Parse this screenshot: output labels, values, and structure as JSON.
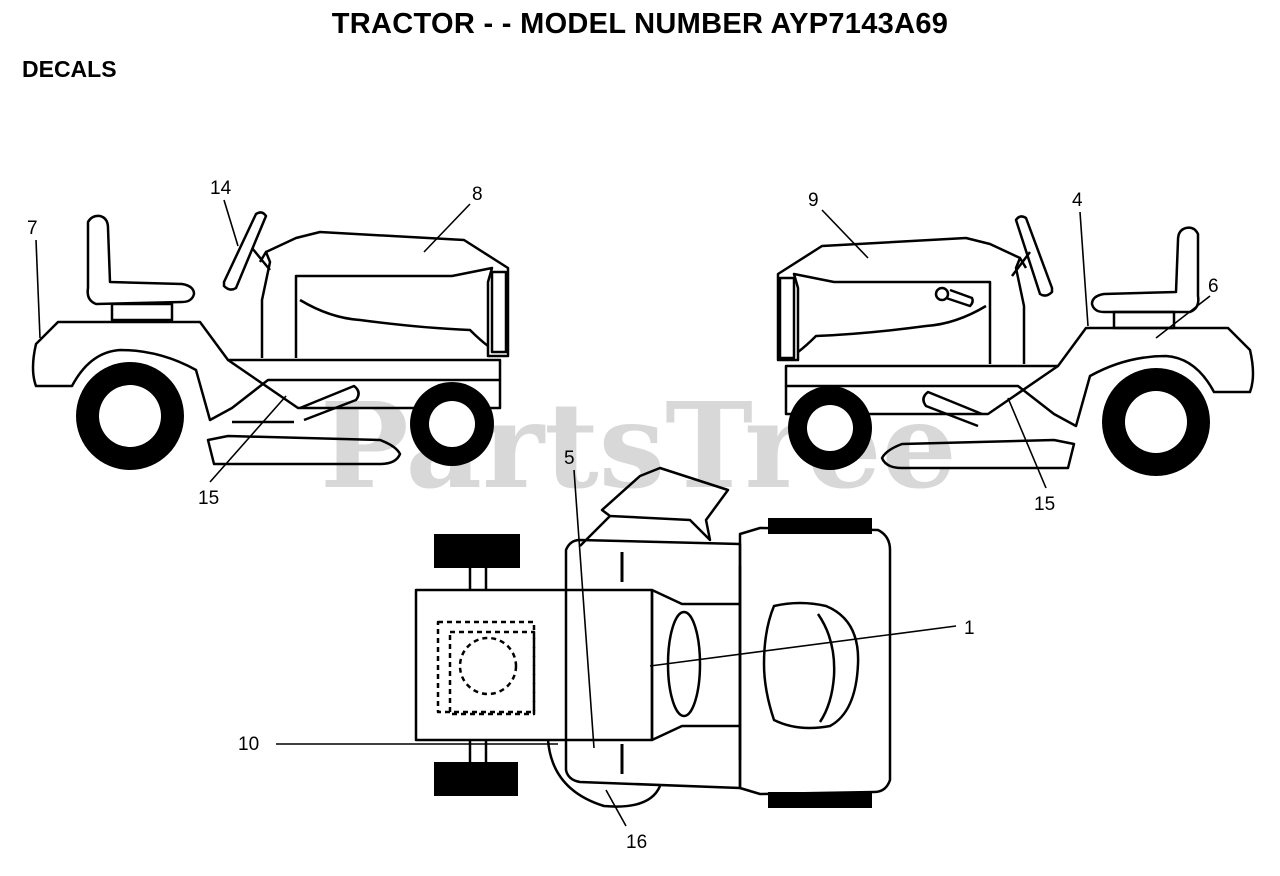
{
  "header": {
    "title": "TRACTOR - - MODEL NUMBER AYP7143A69",
    "section": "DECALS"
  },
  "watermark": "PartsTree",
  "callouts": {
    "c7": "7",
    "c14": "14",
    "c8": "8",
    "c15_left": "15",
    "c9": "9",
    "c4": "4",
    "c6": "6",
    "c15_right": "15",
    "c5": "5",
    "c1": "1",
    "c10": "10",
    "c16": "16"
  },
  "colors": {
    "line": "#000000",
    "watermark": "#c8c8c8",
    "background": "#ffffff"
  }
}
